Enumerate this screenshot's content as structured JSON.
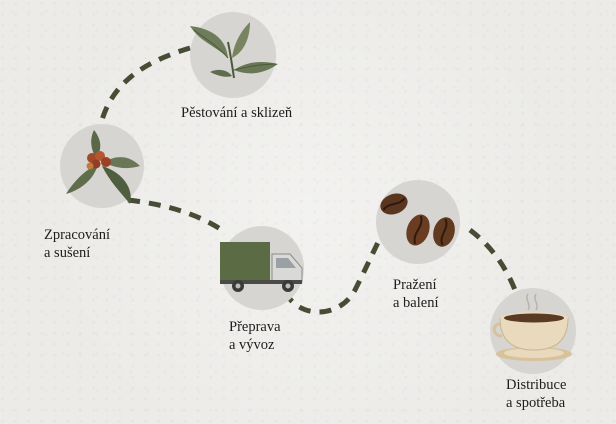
{
  "stages": [
    {
      "id": "growing",
      "line1": "Pěstování a sklizeň",
      "line2": "",
      "icon": "tea-leaves-icon"
    },
    {
      "id": "processing",
      "line1": "Zpracování",
      "line2": "a sušení",
      "icon": "coffee-cherry-branch-icon"
    },
    {
      "id": "transport",
      "line1": "Přeprava",
      "line2": "a vývoz",
      "icon": "truck-icon"
    },
    {
      "id": "roasting",
      "line1": "Pražení",
      "line2": "a balení",
      "icon": "coffee-beans-icon"
    },
    {
      "id": "distribution",
      "line1": "Distribuce",
      "line2": "a spotřeba",
      "icon": "coffee-cup-icon"
    }
  ],
  "colors": {
    "path": "#474d34",
    "circle": "#d6d5d2",
    "leaf": "#6f7c5b",
    "leaf_dark": "#4b5a3a",
    "truck": "#5b6b44",
    "bean": "#5a3520",
    "cherry": "#a14a2b",
    "cup": "#e9d9bd",
    "coffee": "#5a3a22"
  }
}
